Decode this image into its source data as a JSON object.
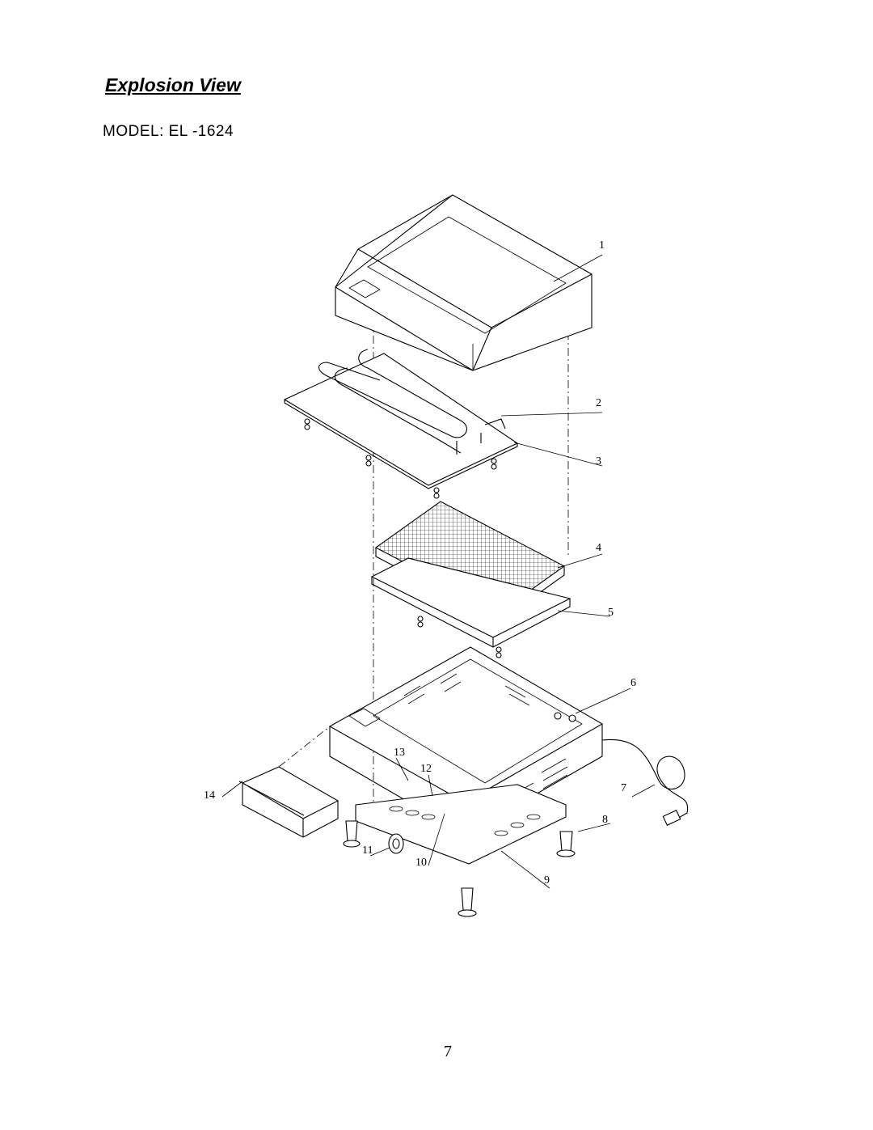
{
  "header": {
    "title": "Explosion View",
    "model": "MODEL: EL -1624"
  },
  "callouts": [
    "1",
    "2",
    "3",
    "4",
    "5",
    "6",
    "7",
    "8",
    "9",
    "10",
    "11",
    "12",
    "13",
    "14"
  ],
  "footer": {
    "page_number": "7"
  }
}
